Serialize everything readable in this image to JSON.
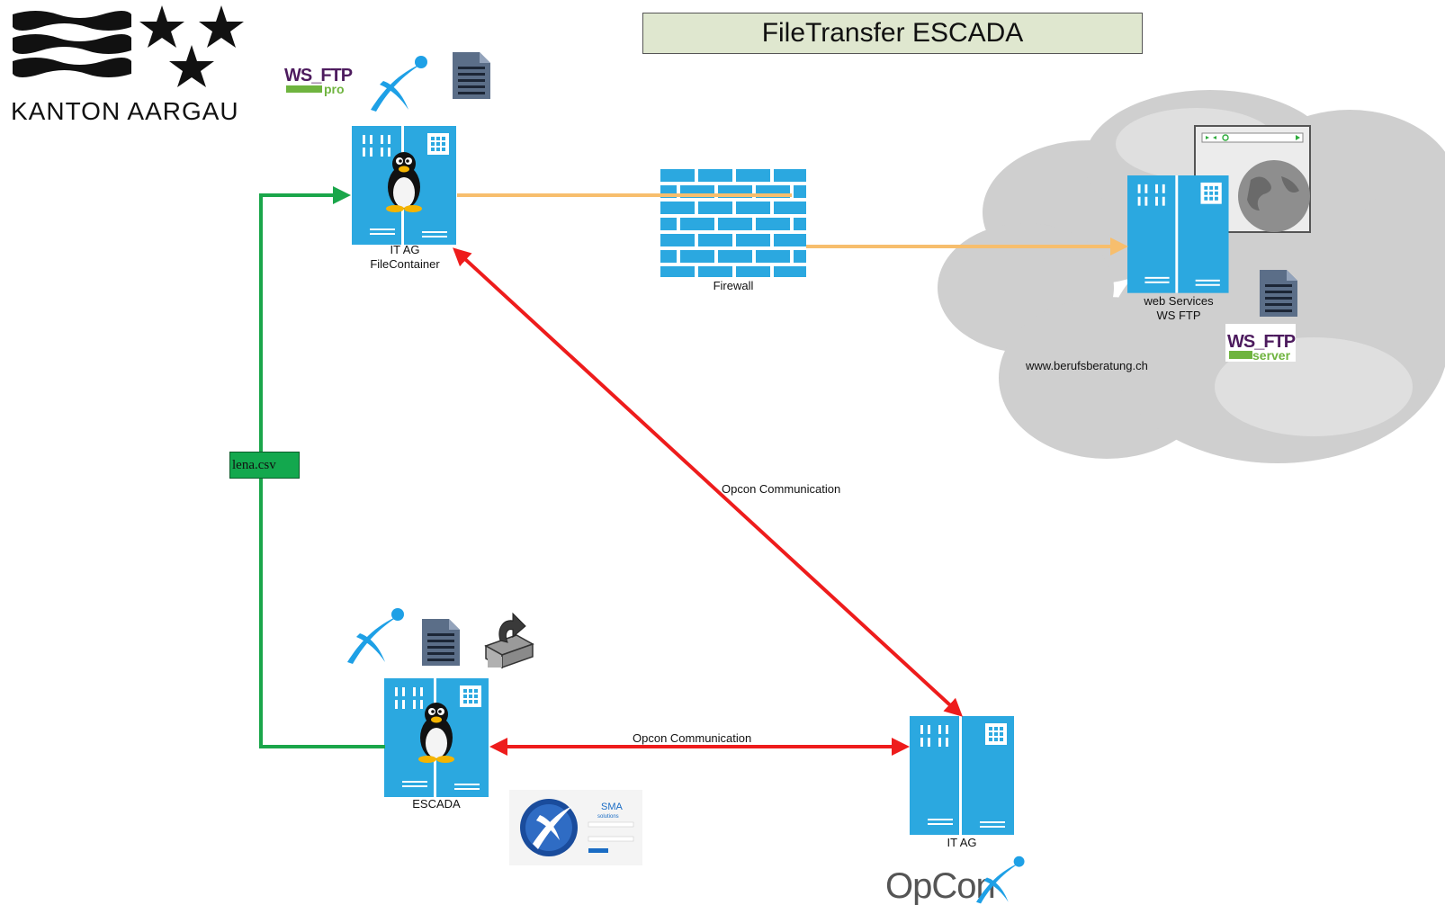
{
  "title": "FileTransfer ESCADA",
  "logo": {
    "name": "KANTON AARGAU"
  },
  "nodes": {
    "filecontainer": {
      "line1": "IT AG",
      "line2": "FileContainer"
    },
    "firewall": {
      "label": "Firewall"
    },
    "webservices": {
      "line1": "web Services",
      "line2": "WS FTP"
    },
    "escada": {
      "label": "ESCADA"
    },
    "itag": {
      "label": "IT AG"
    }
  },
  "cloud": {
    "url": "www.berufsberatung.ch"
  },
  "edges": {
    "diagonal_label": "Opcon Communication",
    "horizontal_label": "Opcon Communication"
  },
  "file": {
    "name": "lena.csv"
  },
  "brands": {
    "wsftp_pro": "WS_FTP pro",
    "wsftp_server": "WS_FTP server",
    "opcon": "OpCon",
    "sma": "SMA solutions"
  },
  "colors": {
    "server": "#2ba8e0",
    "firewall": "#2ba8e0",
    "green_flow": "#1aa64a",
    "orange_flow": "#f7be6d",
    "red_flow": "#ee1c1c",
    "title_bg": "#dfe7cf",
    "file_label_bg": "#13a84e"
  }
}
